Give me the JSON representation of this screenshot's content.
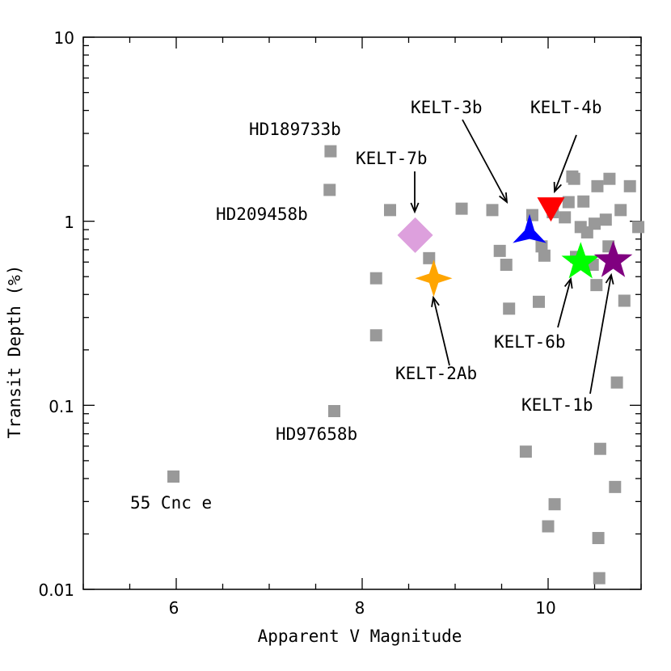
{
  "chart_data": {
    "type": "scatter",
    "title": "",
    "xlabel": "Apparent V Magnitude",
    "ylabel": "Transit Depth (%)",
    "xlim": [
      5,
      11
    ],
    "ylim": [
      0.01,
      10
    ],
    "yscale": "log",
    "grid": false,
    "x_tick_labels": [
      "6",
      "8",
      "10"
    ],
    "y_tick_labels": [
      "0.01",
      "0.1",
      "1",
      "10"
    ],
    "background_points": {
      "marker": "square",
      "color": "#999999",
      "points": [
        [
          5.97,
          0.041
        ],
        [
          7.66,
          2.4
        ],
        [
          7.65,
          1.48
        ],
        [
          7.7,
          0.093
        ],
        [
          8.15,
          0.49
        ],
        [
          8.15,
          0.24
        ],
        [
          8.3,
          1.15
        ],
        [
          8.72,
          0.63
        ],
        [
          9.07,
          1.17
        ],
        [
          9.4,
          1.15
        ],
        [
          9.48,
          0.69
        ],
        [
          9.55,
          0.58
        ],
        [
          9.58,
          0.335
        ],
        [
          9.76,
          0.056
        ],
        [
          9.83,
          1.08
        ],
        [
          9.9,
          0.365
        ],
        [
          9.93,
          0.73
        ],
        [
          9.96,
          0.65
        ],
        [
          10.0,
          0.022
        ],
        [
          10.07,
          0.029
        ],
        [
          10.05,
          1.12
        ],
        [
          10.18,
          1.05
        ],
        [
          10.22,
          1.27
        ],
        [
          10.26,
          1.75
        ],
        [
          10.28,
          1.7
        ],
        [
          10.3,
          0.64
        ],
        [
          10.35,
          0.93
        ],
        [
          10.38,
          1.28
        ],
        [
          10.42,
          0.87
        ],
        [
          10.48,
          0.58
        ],
        [
          10.5,
          0.97
        ],
        [
          10.52,
          0.45
        ],
        [
          10.53,
          1.55
        ],
        [
          10.54,
          0.019
        ],
        [
          10.55,
          0.0115
        ],
        [
          10.56,
          0.058
        ],
        [
          10.62,
          1.02
        ],
        [
          10.65,
          0.73
        ],
        [
          10.66,
          1.7
        ],
        [
          10.72,
          0.036
        ],
        [
          10.74,
          0.133
        ],
        [
          10.78,
          1.15
        ],
        [
          10.82,
          0.37
        ],
        [
          10.88,
          1.55
        ],
        [
          10.97,
          0.93
        ]
      ]
    },
    "highlighted": [
      {
        "name": "KELT-7b",
        "x": 8.57,
        "y": 0.84,
        "marker": "diamond",
        "color": "#dda0dd"
      },
      {
        "name": "KELT-2Ab",
        "x": 8.77,
        "y": 0.49,
        "marker": "star4",
        "color": "#ffa500"
      },
      {
        "name": "KELT-3b",
        "x": 9.8,
        "y": 0.86,
        "marker": "star3",
        "color": "#0000ff"
      },
      {
        "name": "KELT-4b",
        "x": 10.03,
        "y": 1.17,
        "marker": "triangle-down",
        "color": "#ff0000"
      },
      {
        "name": "KELT-6b",
        "x": 10.35,
        "y": 0.6,
        "marker": "star5",
        "color": "#00ff00"
      },
      {
        "name": "KELT-1b",
        "x": 10.7,
        "y": 0.61,
        "marker": "star5",
        "color": "#800080"
      }
    ],
    "annotations": [
      {
        "text": "HD189733b"
      },
      {
        "text": "HD209458b"
      },
      {
        "text": "HD97658b"
      },
      {
        "text": "55 Cnc e"
      },
      {
        "text": "KELT-7b"
      },
      {
        "text": "KELT-2Ab"
      },
      {
        "text": "KELT-3b"
      },
      {
        "text": "KELT-4b"
      },
      {
        "text": "KELT-6b"
      },
      {
        "text": "KELT-1b"
      }
    ]
  }
}
